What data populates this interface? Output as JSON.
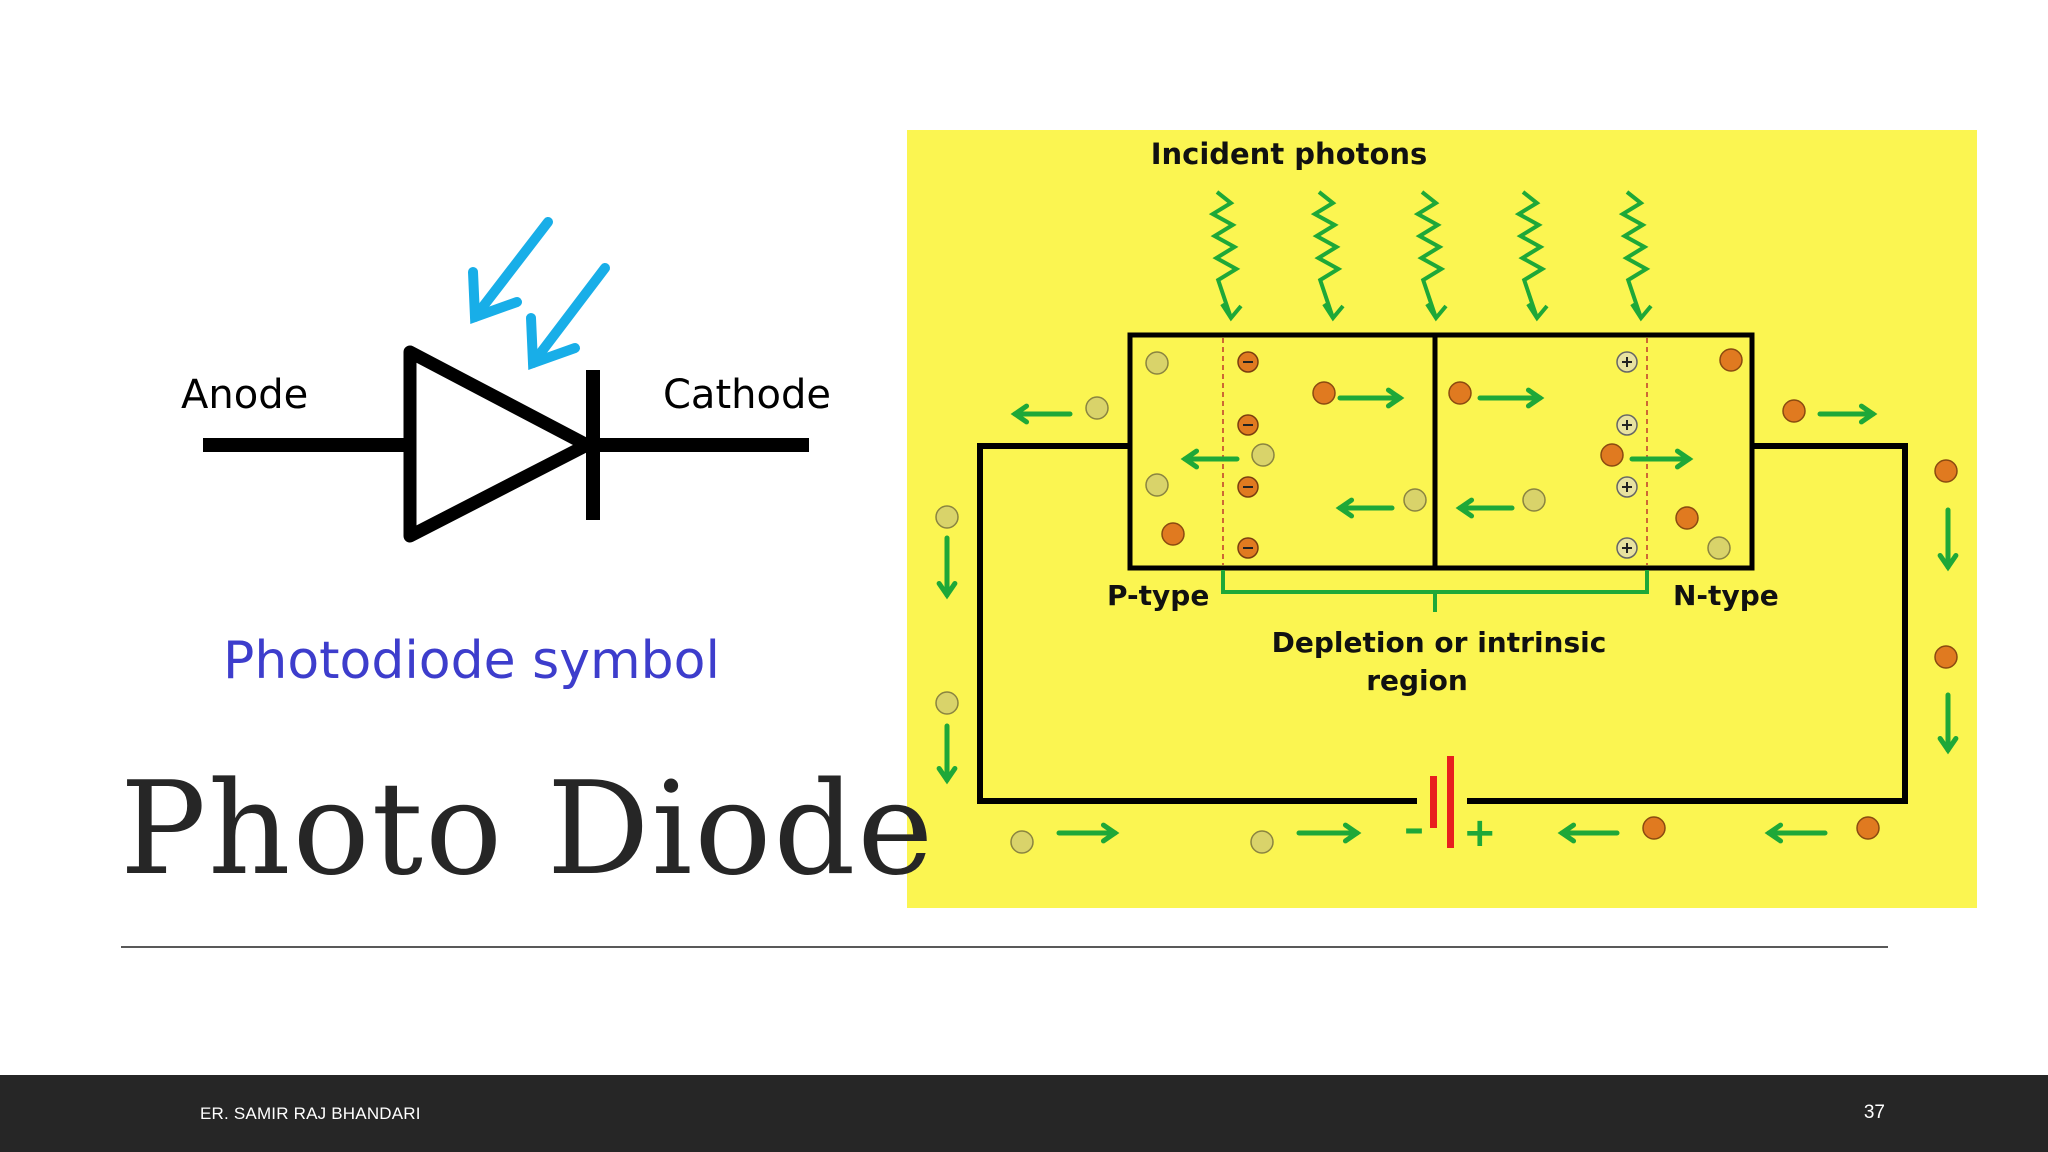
{
  "slide": {
    "title": "Photo Diode",
    "footer_author": "ER. SAMIR RAJ BHANDARI",
    "page_number": "37"
  },
  "symbol_figure": {
    "anode_label": "Anode",
    "cathode_label": "Cathode",
    "caption": "Photodiode symbol",
    "colors": {
      "light_arrows": "#18aee8",
      "caption": "#3d3dcc",
      "stroke": "#000000"
    }
  },
  "junction_figure": {
    "incident_label": "Incident photons",
    "p_type_label": "P-type",
    "n_type_label": "N-type",
    "depletion_label_line1": "Depletion or intrinsic",
    "depletion_label_line2": "region",
    "battery_minus": "–",
    "battery_plus": "+",
    "ion_minus": "−",
    "ion_plus": "+",
    "colors": {
      "background": "#fbf551",
      "arrows": "#1ea838",
      "photon_waves": "#1ea838",
      "battery": "#e81e1e",
      "electron": "#e07a20",
      "hole": "#d9d36a"
    }
  }
}
